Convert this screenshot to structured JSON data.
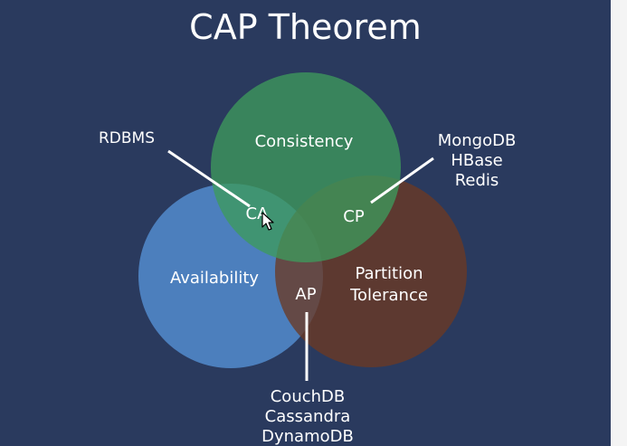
{
  "title": "CAP Theorem",
  "circles": {
    "consistency": {
      "label": "Consistency",
      "color": "#3d9a5c"
    },
    "availability": {
      "label": "Availability",
      "color": "#4f86c6"
    },
    "partition": {
      "label": "Partition\nTolerance",
      "label_lines": [
        "Partition",
        "Tolerance"
      ],
      "color": "#6b3a24"
    }
  },
  "intersections": {
    "ca": "CA",
    "cp": "CP",
    "ap": "AP"
  },
  "systems": {
    "ca": [
      "RDBMS"
    ],
    "cp": [
      "MongoDB",
      "HBase",
      "Redis"
    ],
    "ap": [
      "CouchDB",
      "Cassandra",
      "DynamoDB"
    ]
  }
}
